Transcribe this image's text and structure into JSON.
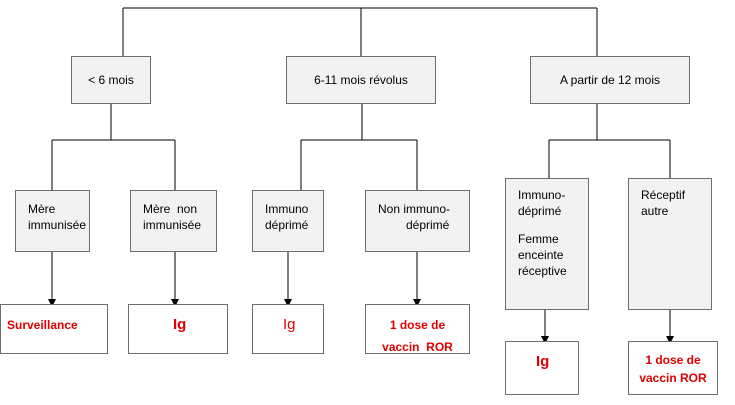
{
  "age_groups": {
    "lt6": "< 6 mois",
    "m6_11": "6-11 mois révolus",
    "ge12": "A partir de 12 mois"
  },
  "status": {
    "mere_immunisee": [
      "Mère",
      "immunisée"
    ],
    "mere_non_immunisee": [
      "Mère  non",
      "immunisée"
    ],
    "immuno_deprime": [
      "Immuno",
      "déprimé"
    ],
    "non_immuno_deprime": [
      "Non immuno-",
      "déprimé"
    ],
    "immuno_femme": [
      "Immuno-",
      "déprimé",
      "Femme",
      "enceinte",
      "réceptive"
    ],
    "receptif_autre": [
      "Réceptif",
      "autre"
    ]
  },
  "outcomes": {
    "surveillance": "Surveillance",
    "ig1": "Ig",
    "ig2": "Ig",
    "ror1": [
      "1 dose de",
      "vaccin  ROR"
    ],
    "ig3": "Ig",
    "ror2": [
      "1 dose de",
      "vaccin ROR"
    ]
  },
  "colors": {
    "border": "#6e6e6e",
    "box_fill": "#f2f2f2",
    "outcome_text": "#e00000"
  }
}
